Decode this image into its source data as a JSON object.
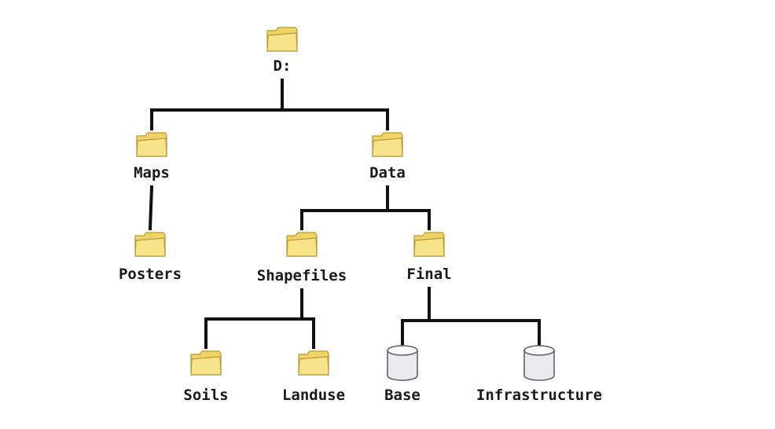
{
  "colors": {
    "folder_fill": "#F7E38A",
    "folder_tab": "#F0D366",
    "folder_stroke": "#B79A34",
    "db_fill": "#E9ECEF",
    "db_top": "#F8F9FA",
    "db_stroke": "#5F6368",
    "line": "#111111"
  },
  "nodes": [
    {
      "id": "d",
      "label": "D:",
      "icon": "folder-icon"
    },
    {
      "id": "maps",
      "label": "Maps",
      "icon": "folder-icon"
    },
    {
      "id": "data",
      "label": "Data",
      "icon": "folder-icon"
    },
    {
      "id": "posters",
      "label": "Posters",
      "icon": "folder-icon"
    },
    {
      "id": "shapefiles",
      "label": "Shapefiles",
      "icon": "folder-icon"
    },
    {
      "id": "final",
      "label": "Final",
      "icon": "folder-icon"
    },
    {
      "id": "soils",
      "label": "Soils",
      "icon": "folder-icon"
    },
    {
      "id": "landuse",
      "label": "Landuse",
      "icon": "folder-icon"
    },
    {
      "id": "base",
      "label": "Base",
      "icon": "database-icon"
    },
    {
      "id": "infrastructure",
      "label": "Infrastructure",
      "icon": "database-icon"
    }
  ],
  "edges": [
    {
      "from": "d",
      "to": "maps"
    },
    {
      "from": "d",
      "to": "data"
    },
    {
      "from": "maps",
      "to": "posters"
    },
    {
      "from": "data",
      "to": "shapefiles"
    },
    {
      "from": "data",
      "to": "final"
    },
    {
      "from": "shapefiles",
      "to": "soils"
    },
    {
      "from": "shapefiles",
      "to": "landuse"
    },
    {
      "from": "final",
      "to": "base"
    },
    {
      "from": "final",
      "to": "infrastructure"
    }
  ]
}
